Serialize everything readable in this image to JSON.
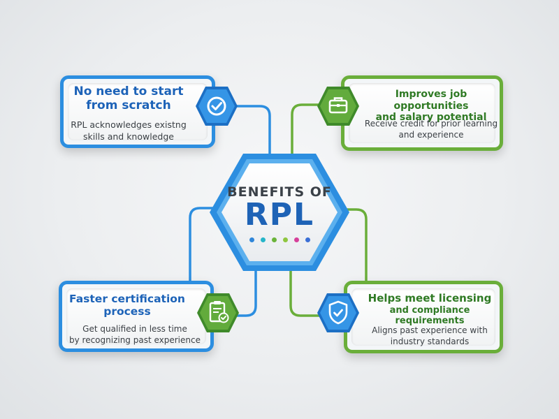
{
  "center": {
    "heading": "BENEFITS OF",
    "acronym": "RPL",
    "dot_colors": [
      "#2f86d9",
      "#25b5c9",
      "#6ab43a",
      "#8ec63f",
      "#d63f9a",
      "#3b6fd6"
    ]
  },
  "colors": {
    "blue_accent": "#2c8ee0",
    "green_accent": "#6aae3a"
  },
  "cards": {
    "top_left": {
      "title_line1": "No need to start",
      "title_line2": "from scratch",
      "desc_line1": "RPL acknowledges existng",
      "desc_line2": "skills and knowledge",
      "icon": "checkmark-icon"
    },
    "top_right": {
      "title_line1": "Improves job opportunities",
      "title_line2": "and salary potential",
      "desc_line1": "Receive credit for prior learning",
      "desc_line2": "and experience",
      "icon": "briefcase-icon"
    },
    "bottom_left": {
      "title_line1": "Faster certification",
      "title_line2": "process",
      "desc_line1": "Get qualified in less time",
      "desc_line2": "by recognizing past experience",
      "icon": "clipboard-check-icon"
    },
    "bottom_right": {
      "title_line1": "Helps meet licensing",
      "title_line2": "and compliance requirements",
      "desc_line1": "Aligns past experience with",
      "desc_line2": "industry standards",
      "icon": "shield-check-icon"
    }
  }
}
